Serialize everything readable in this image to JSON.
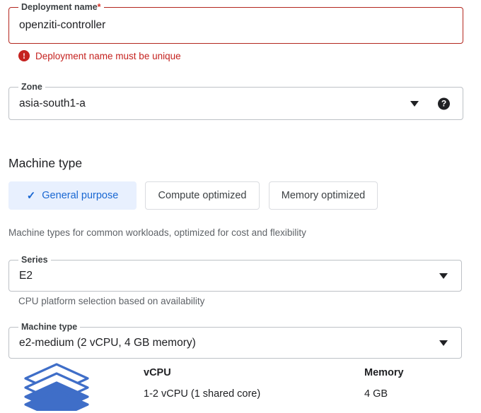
{
  "deployment_name": {
    "label": "Deployment name",
    "required_marker": "*",
    "value": "openziti-controller",
    "error": {
      "icon": "error-circle-icon",
      "message": "Deployment name must be unique"
    }
  },
  "zone": {
    "label": "Zone",
    "value": "asia-south1-a",
    "dropdown_icon": "chevron-down-icon",
    "help_icon": "help-icon",
    "help_glyph": "?"
  },
  "machine_type_section": {
    "title": "Machine type",
    "family_tabs": [
      {
        "label": "General purpose",
        "selected": true,
        "check_glyph": "✓"
      },
      {
        "label": "Compute optimized",
        "selected": false
      },
      {
        "label": "Memory optimized",
        "selected": false
      }
    ],
    "family_description": "Machine types for common workloads, optimized for cost and flexibility",
    "series": {
      "label": "Series",
      "value": "E2",
      "dropdown_icon": "chevron-down-icon",
      "helper": "CPU platform selection based on availability"
    },
    "machine_type": {
      "label": "Machine type",
      "value": "e2-medium (2 vCPU, 4 GB memory)",
      "dropdown_icon": "chevron-down-icon"
    },
    "specs": {
      "icon": "stacked-layers-icon",
      "vcpu_header": "vCPU",
      "vcpu_value": "1-2 vCPU (1 shared core)",
      "memory_header": "Memory",
      "memory_value": "4 GB"
    }
  },
  "colors": {
    "error_red": "#c5221f",
    "selected_blue_bg": "#e8f0fe",
    "selected_blue_text": "#1967d2",
    "border_grey": "#bdc1c6",
    "helper_grey": "#5f6368",
    "icon_blue": "#3f6ec8"
  }
}
